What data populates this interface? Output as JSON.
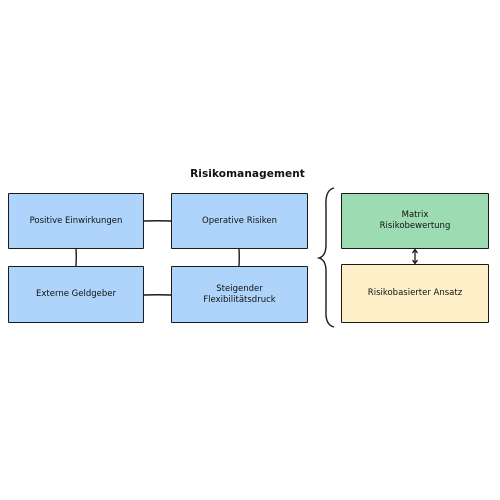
{
  "diagram": {
    "title": "Risikomanagement",
    "boxes": {
      "positive": "Positive Einwirkungen",
      "operative": "Operative Risiken",
      "externe": "Externe Geldgeber",
      "steigender": "Steigender\nFlexibilitätsdruck",
      "matrix": "Matrix\nRisikobewertung",
      "ansatz": "Risikobasierter Ansatz"
    },
    "colors": {
      "blue": "#aed4fb",
      "green": "#9ddcb2",
      "yellow": "#fdf0c9",
      "stroke": "#1a1a1a"
    }
  }
}
